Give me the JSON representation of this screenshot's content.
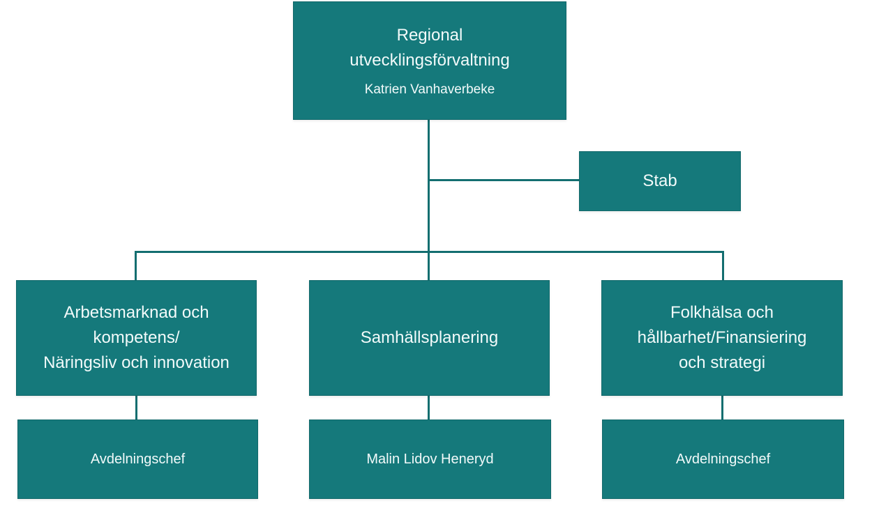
{
  "colors": {
    "box_fill": "#15797b",
    "box_border": "#11686a",
    "connector_line": "#136e70",
    "text": "#f2fafa",
    "background": "#ffffff"
  },
  "org_chart": {
    "type": "organization-chart",
    "root": {
      "title": "Regional\nutvecklingsförvaltning",
      "person": "Katrien Vanhaverbeke"
    },
    "stab": {
      "label": "Stab"
    },
    "branches": [
      {
        "label": "Arbetsmarknad och\nkompetens/\nNäringsliv och innovation",
        "sub": "Avdelningschef"
      },
      {
        "label": "Samhällsplanering",
        "sub": "Malin Lidov Heneryd"
      },
      {
        "label": "Folkhälsa och\nhållbarhet/Finansiering\noch strategi",
        "sub": "Avdelningschef"
      }
    ]
  }
}
